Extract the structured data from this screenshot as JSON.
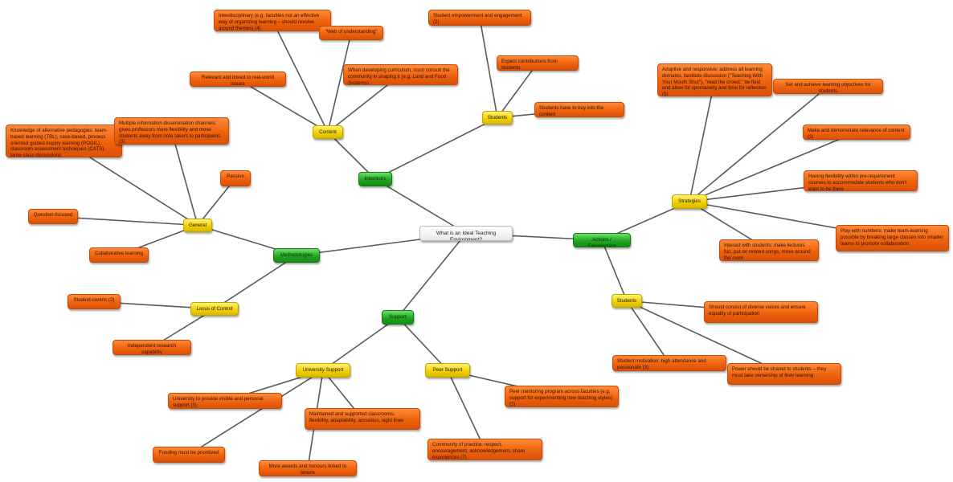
{
  "center": "What is an Ideal Teaching Environment?",
  "branches": {
    "intentions": "Intentions",
    "content": "Content",
    "students_top": "Students",
    "actions": "Actions / Engagement",
    "strategies": "Strategies",
    "students_right": "Students",
    "support": "Support",
    "university_support": "University Support",
    "peer_support": "Peer Support",
    "methodologies": "Methodologies",
    "general": "General",
    "locus": "Locus of Control"
  },
  "leaves": {
    "interdisciplinary": "Interdisciplinary (e.g. faculties not an effective way of organizing learning – should revolve around themes) (4)",
    "web": "\"Web of understanding\"",
    "relevant": "Relevant and linked to real-world issues",
    "community": "When developing curriculum, must consult the community in shaping it (e.g. Land and Food Systems)",
    "empowerment": "Student empowerment and engagement (2)",
    "expect": "Expect contributions from students",
    "buyin": "Students have to buy into the content",
    "adaptive": "Adaptive and responsive: address all learning domains, facilitate discussion (\"Teaching With Your Mouth Shut\"), \"read the crowd,\" be fluid and allow for spontaneity and time for reflection (5)",
    "objectives": "Set and achieve learning objectives for students",
    "relevance": "Make and demonstrate relevance of content (2)",
    "flexibility": "Having flexibility within pre-requirement courses to accommodate students who don't want to be there",
    "numbers": "Play with numbers: make team-learning possible by breaking large classes into smaller teams to promote collaboration",
    "interact": "Interact with students: make lectures fun, put on related songs, move around the room",
    "diverse": "Should consist of diverse voices and ensure equality of participation",
    "motivation": "Student motivation: high attendance and passionate (3)",
    "power": "Power should be shared to students – they must take ownership of their learning",
    "visible_support": "University to provide visible and personal support (3)",
    "classrooms": "Maintained and supported classrooms: flexibility, adaptability, acoustics, sight lines",
    "funding": "Funding must be prioritized",
    "awards": "More awards and honours linked to tenure",
    "mentoring": "Peer mentoring program across faculties (e.g. support for experimenting new teaching styles) (2)",
    "practice": "Community of practice: respect, encouragement, acknowledgement, share experiences (7)",
    "pedagogies": "Knowledge of alternative pedagogies: team-based learning (TBL), case-based, process oriented guided inquiry learning (POGIL), classroom assessment techniques (CATS), large class discussions",
    "channels": "Multiple information dissemination channels: gives professors more flexibility and move students away from note takers to participants (3)",
    "passion": "Passion",
    "question": "Question-focused",
    "collaborative": "Collaborative learning",
    "student_centric": "Student-centric (2)",
    "independent": "Independent research capability"
  }
}
